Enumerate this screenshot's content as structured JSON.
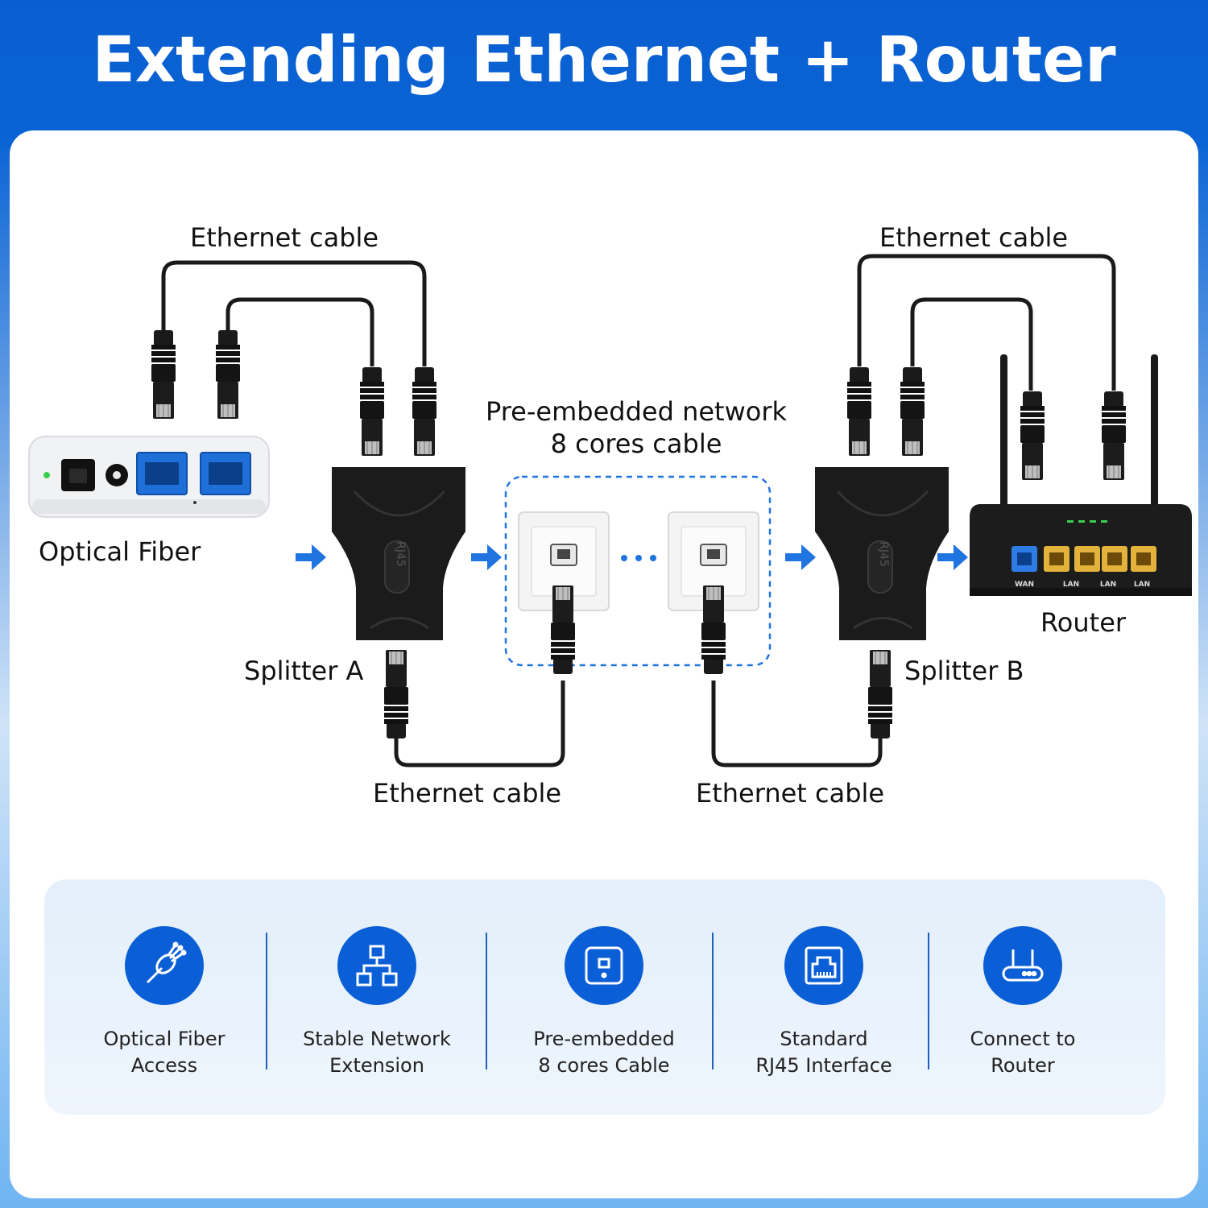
{
  "title": "Extending Ethernet + Router",
  "labels": {
    "ethernet_cable_top_left": "Ethernet cable",
    "ethernet_cable_top_right": "Ethernet cable",
    "pre_embedded_line1": "Pre-embedded network",
    "pre_embedded_line2": "8 cores cable",
    "optical_fiber": "Optical Fiber",
    "splitter_a": "Splitter A",
    "splitter_b": "Splitter B",
    "router": "Router",
    "ethernet_cable_bottom_left": "Ethernet cable",
    "ethernet_cable_bottom_right": "Ethernet cable",
    "splitter_marking": "RJ45",
    "router_ports": [
      "WAN",
      "LAN",
      "LAN",
      "LAN"
    ]
  },
  "features": [
    {
      "icon": "fiber-optic-icon",
      "line1": "Optical Fiber",
      "line2": "Access"
    },
    {
      "icon": "network-topology-icon",
      "line1": "Stable Network",
      "line2": "Extension"
    },
    {
      "icon": "wall-socket-icon",
      "line1": "Pre-embedded",
      "line2": "8 cores Cable"
    },
    {
      "icon": "rj45-port-icon",
      "line1": "Standard",
      "line2": "RJ45 Interface"
    },
    {
      "icon": "router-icon",
      "line1": "Connect to",
      "line2": "Router"
    }
  ],
  "colors": {
    "brand_blue": "#0a5fd6",
    "router_wan_port": "#2f7be6",
    "router_lan_port": "#e2b23a",
    "status_led": "#3ccf4e"
  }
}
